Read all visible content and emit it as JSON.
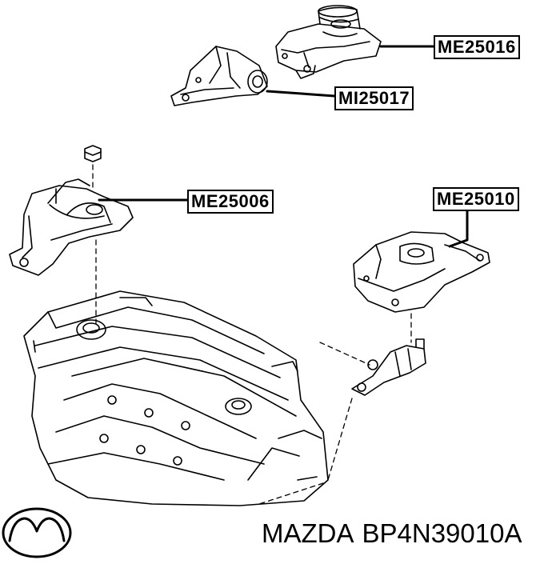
{
  "callouts": {
    "engine_mount_top": "ME25016",
    "engine_mount_bracket": "MI25017",
    "engine_mount_right": "ME25006",
    "transmission_mount": "ME25010"
  },
  "brand": {
    "name": "MAZDA",
    "part_number": "BP4N39010A",
    "logo_icon": "mazda-logo-icon"
  },
  "colors": {
    "line": "#000000",
    "background": "#ffffff"
  }
}
